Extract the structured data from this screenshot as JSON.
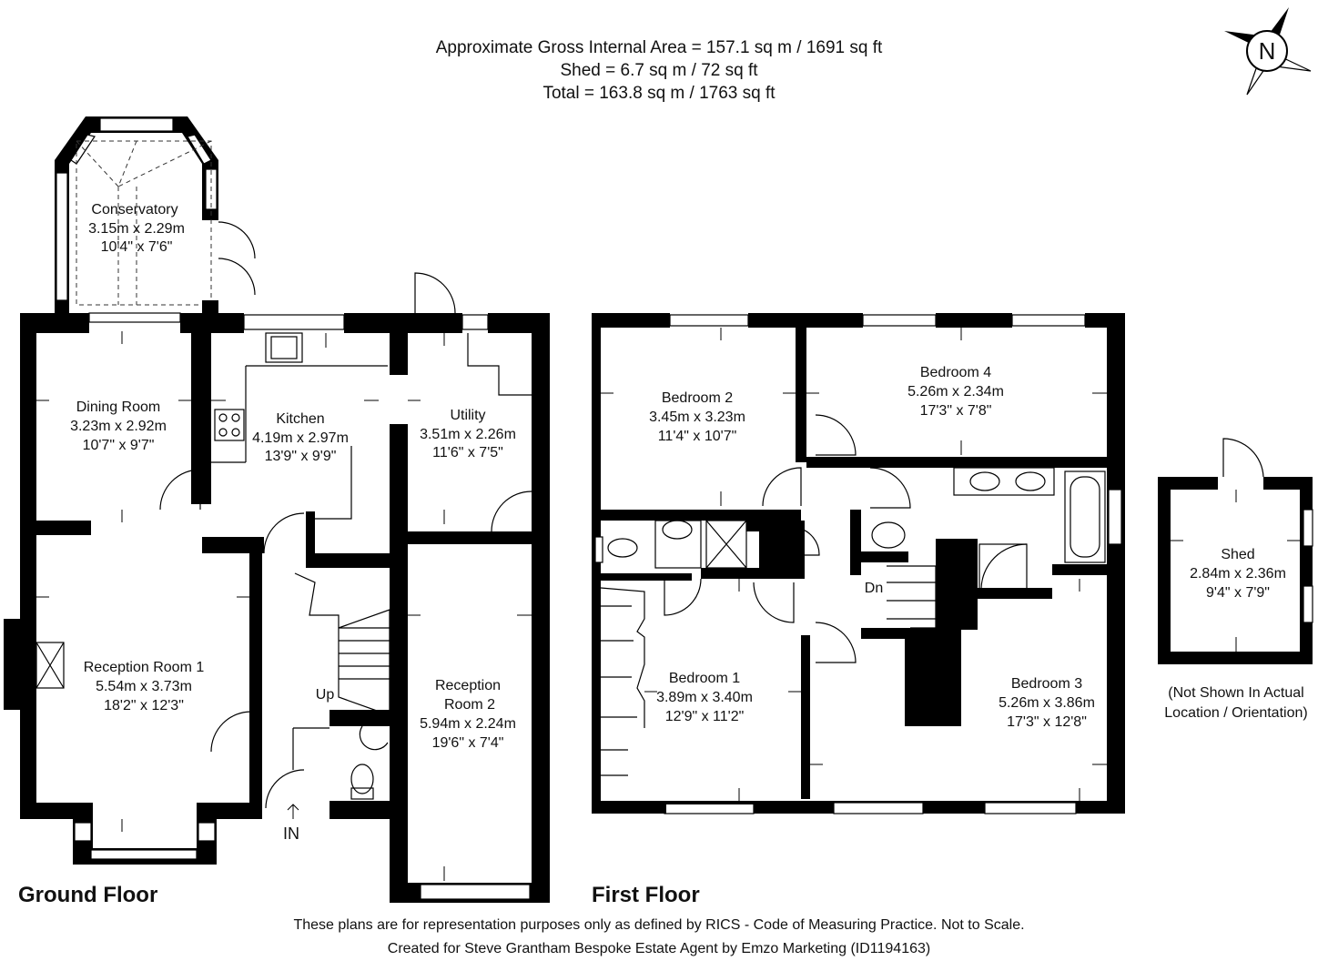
{
  "header": {
    "line1": "Approximate Gross Internal Area = 157.1 sq m / 1691 sq ft",
    "line2": "Shed = 6.7 sq m / 72 sq ft",
    "line3": "Total = 163.8 sq m / 1763 sq ft"
  },
  "compass": {
    "label": "N",
    "icon": "north-compass-icon"
  },
  "floors": {
    "ground": "Ground Floor",
    "first": "First Floor"
  },
  "rooms": {
    "conservatory": {
      "name": "Conservatory",
      "metric": "3.15m x 2.29m",
      "imperial": "10'4\" x 7'6\""
    },
    "dining": {
      "name": "Dining Room",
      "metric": "3.23m x 2.92m",
      "imperial": "10'7\" x 9'7\""
    },
    "kitchen": {
      "name": "Kitchen",
      "metric": "4.19m x 2.97m",
      "imperial": "13'9\" x 9'9\""
    },
    "utility": {
      "name": "Utility",
      "metric": "3.51m x 2.26m",
      "imperial": "11'6\" x 7'5\""
    },
    "reception1": {
      "name": "Reception Room 1",
      "metric": "5.54m x 3.73m",
      "imperial": "18'2\" x 12'3\""
    },
    "reception2": {
      "name_line1": "Reception",
      "name_line2": "Room 2",
      "metric": "5.94m x 2.24m",
      "imperial": "19'6\" x 7'4\""
    },
    "bedroom2": {
      "name": "Bedroom 2",
      "metric": "3.45m x 3.23m",
      "imperial": "11'4\" x 10'7\""
    },
    "bedroom4": {
      "name": "Bedroom 4",
      "metric": "5.26m x 2.34m",
      "imperial": "17'3\" x 7'8\""
    },
    "bedroom1": {
      "name": "Bedroom 1",
      "metric": "3.89m x 3.40m",
      "imperial": "12'9\" x 11'2\""
    },
    "bedroom3": {
      "name": "Bedroom 3",
      "metric": "5.26m x 3.86m",
      "imperial": "17'3\" x 12'8\""
    },
    "shed": {
      "name": "Shed",
      "metric": "2.84m x 2.36m",
      "imperial": "9'4\" x 7'9\""
    }
  },
  "labels": {
    "up": "Up",
    "down": "Dn",
    "entrance": "IN",
    "shed_note_1": "(Not Shown In Actual",
    "shed_note_2": "Location / Orientation)"
  },
  "footer": {
    "line1": "These plans are for representation purposes only as defined by RICS - Code of Measuring Practice. Not to Scale.",
    "line2": "Created for Steve Grantham Bespoke Estate Agent by Emzo Marketing (ID1194163)"
  }
}
